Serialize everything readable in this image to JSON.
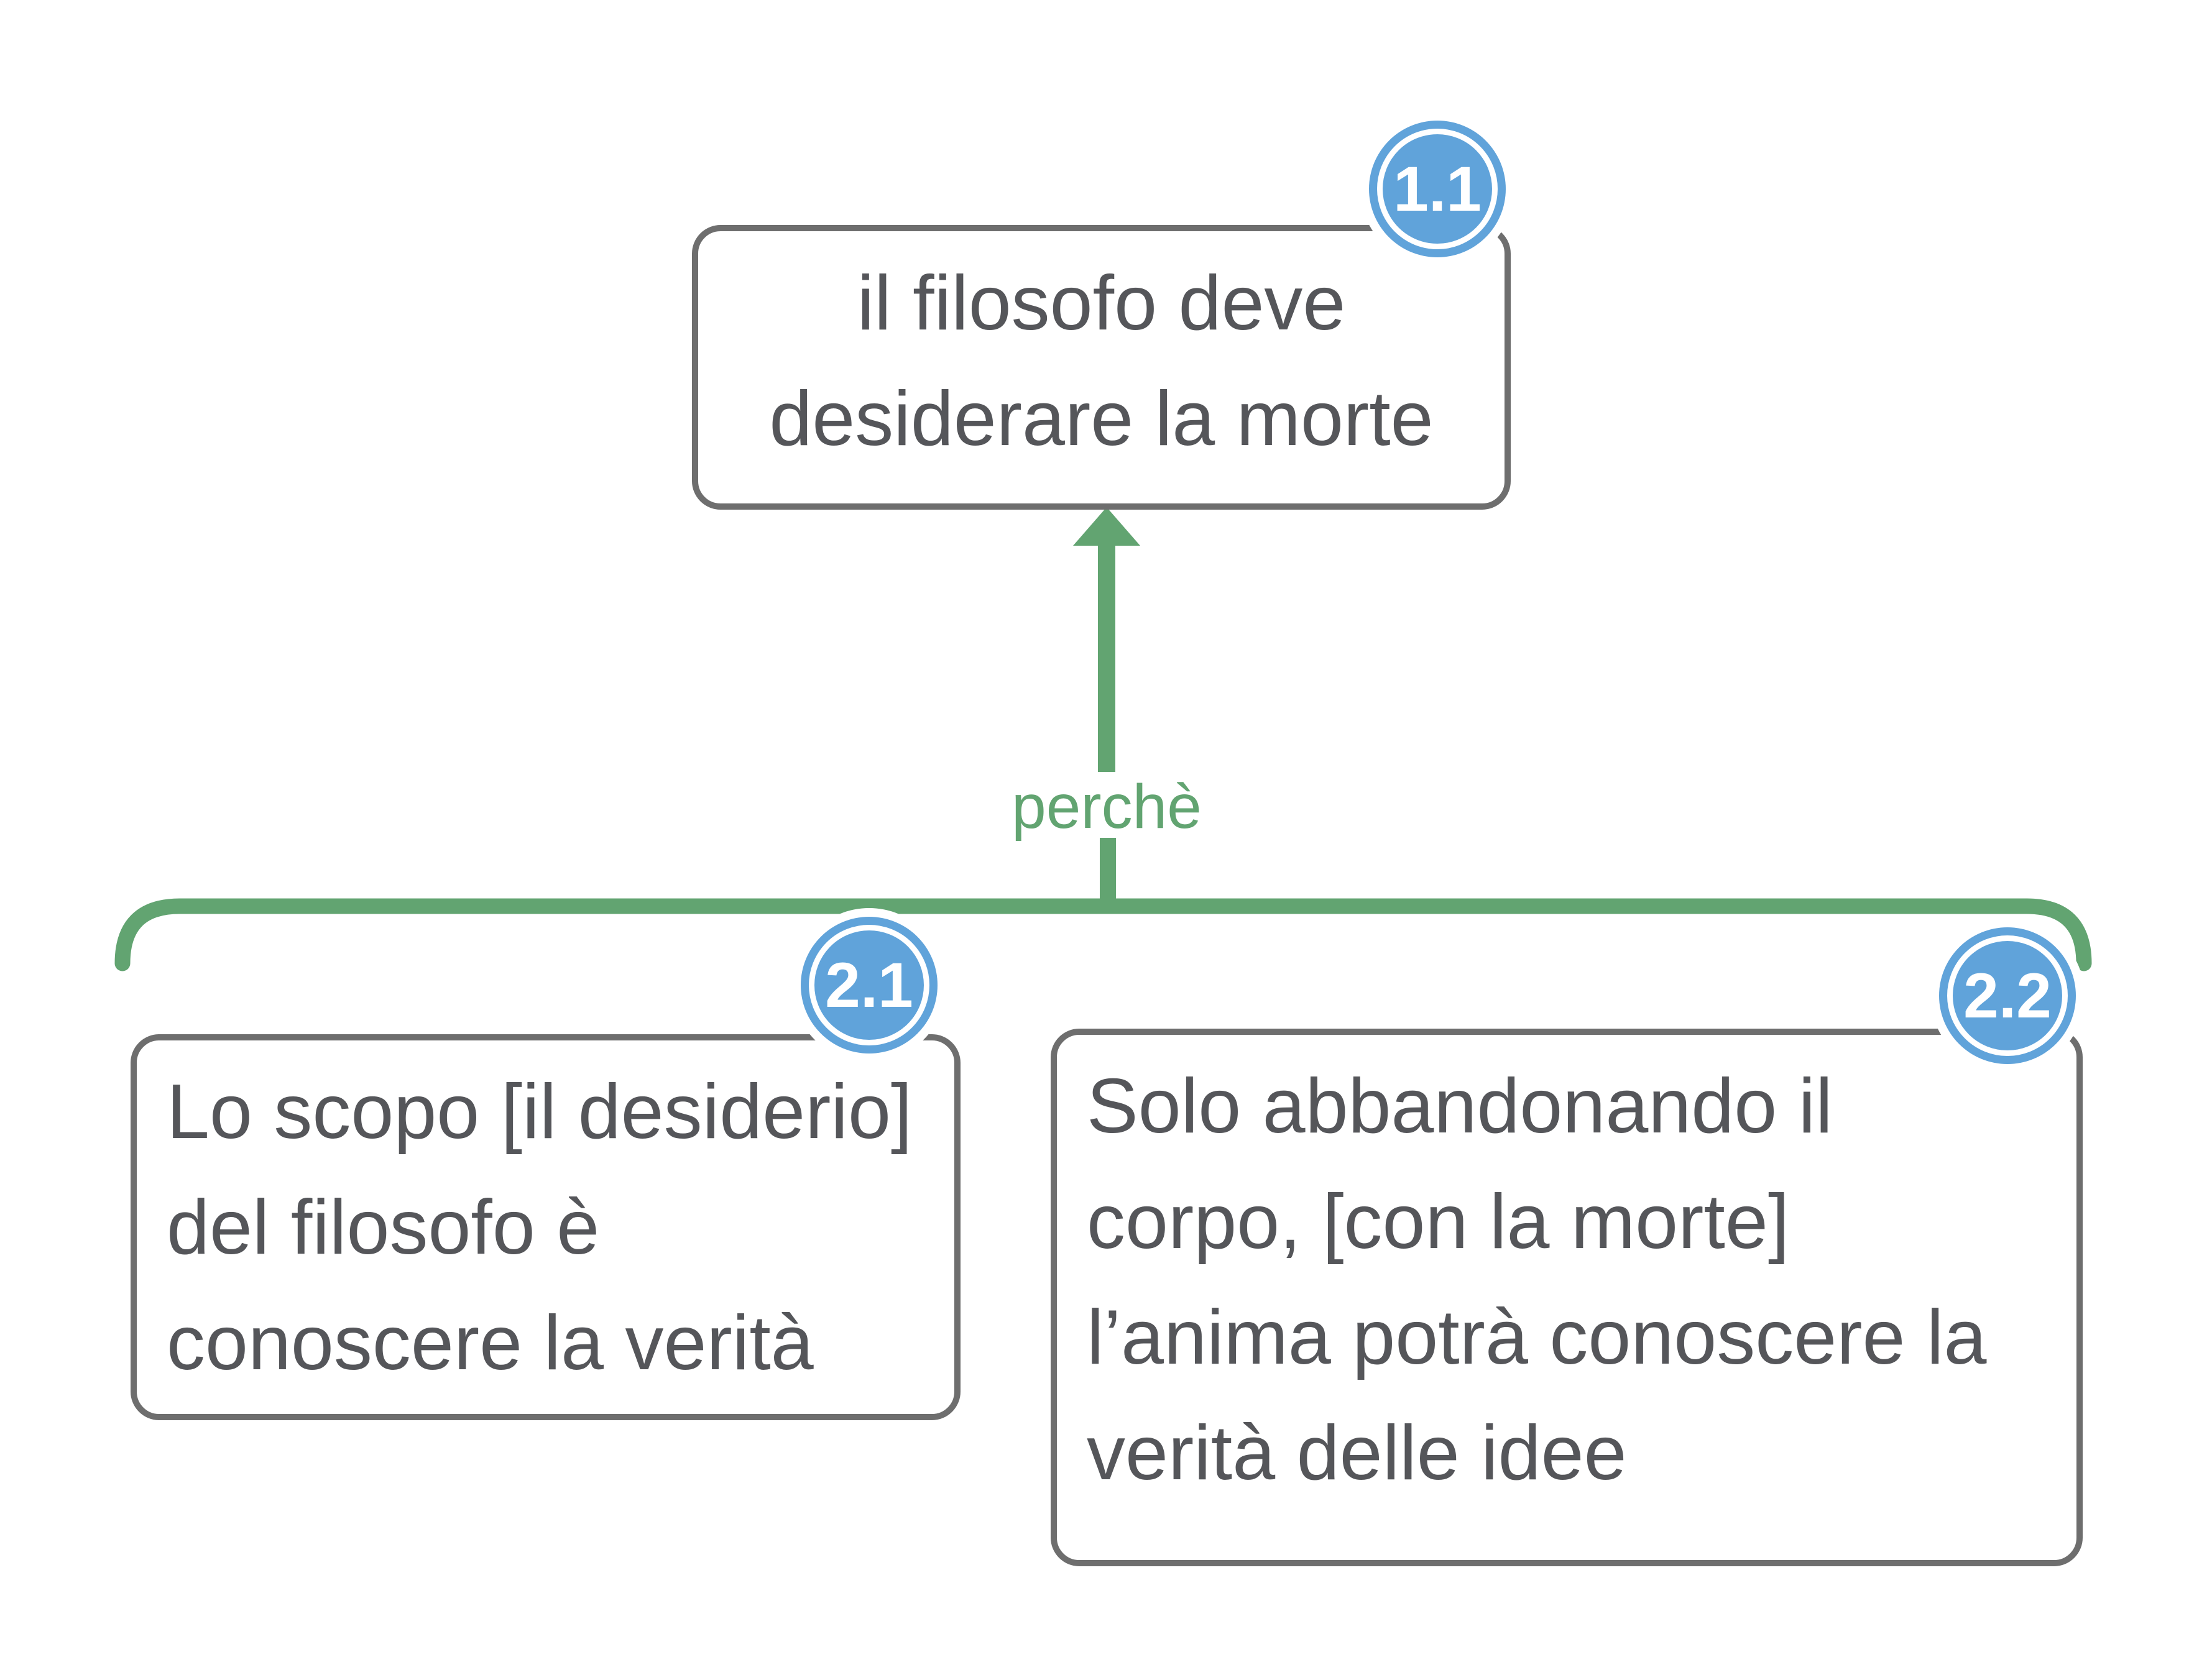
{
  "app": {
    "type": "concept-map",
    "description": "argument map: two premises support one conclusion via a perche (because) bracket-arrow"
  },
  "colors": {
    "canvas-bg": "#ffffff",
    "green": "#62a471",
    "blue": "#60a3da",
    "node-border": "#6e6e6e",
    "node-text": "#55565a",
    "badge-text": "#ffffff"
  },
  "connector": {
    "label": "perchè"
  },
  "nodes": [
    {
      "badge": "1.1",
      "role": "conclusion",
      "lines": [
        "il filosofo deve",
        "desiderare la morte"
      ]
    },
    {
      "badge": "2.1",
      "role": "premise",
      "lines": [
        "Lo scopo [il desiderio]",
        "del filosofo è",
        "conoscere la verità"
      ]
    },
    {
      "badge": "2.2",
      "role": "premise",
      "lines": [
        "Solo abbandonando il",
        "corpo, [con la morte]",
        "l’anima potrà conoscere la",
        "verità delle idee"
      ]
    }
  ]
}
